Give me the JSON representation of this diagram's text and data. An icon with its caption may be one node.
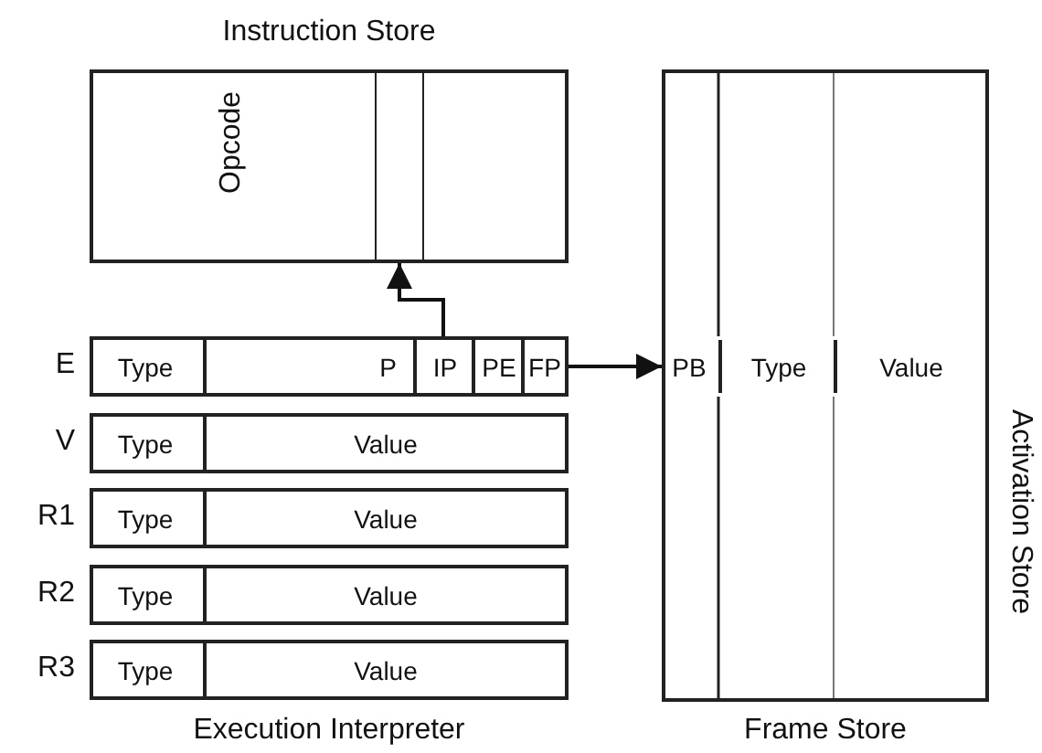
{
  "diagram": {
    "nodes": [
      {
        "text": [
          "Instruction Store",
          "Opcode"
        ]
      },
      {
        "text": [],
        "shape": "box",
        "in": 0
      },
      {
        "text": [],
        "shape": "box",
        "beside": [
          "E"
        ]
      },
      {
        "text": [
          "Type"
        ],
        "in": 2
      },
      {
        "text": [
          "P"
        ],
        "in": 2
      },
      {
        "text": [
          "IP"
        ],
        "in": 2
      },
      {
        "text": [
          "PE"
        ],
        "in": 2
      },
      {
        "text": [
          "FP"
        ],
        "in": 2
      },
      {
        "text": [
          "Frame Store"
        ]
      },
      {
        "text": [
          "PB"
        ],
        "in": 8
      },
      {
        "text": [
          "Type"
        ],
        "in": 8
      },
      {
        "text": [
          "Value"
        ],
        "in": 8
      },
      {
        "text": [],
        "shape": "box",
        "beside": [
          "V"
        ]
      },
      {
        "text": [
          "Type"
        ],
        "in": 12
      },
      {
        "text": [
          "Value"
        ],
        "in": 12
      },
      {
        "text": [],
        "shape": "box",
        "beside": [
          "R1"
        ]
      },
      {
        "text": [
          "Type"
        ],
        "in": 15
      },
      {
        "text": [
          "Value"
        ],
        "in": 15
      },
      {
        "text": [],
        "shape": "box",
        "beside": [
          "R2"
        ]
      },
      {
        "text": [
          "Type"
        ],
        "in": 18
      },
      {
        "text": [
          "Value"
        ],
        "in": 18
      },
      {
        "text": [],
        "shape": "box",
        "beside": [
          "R3"
        ]
      },
      {
        "text": [
          "Type"
        ],
        "in": 21
      },
      {
        "text": [
          "Value"
        ],
        "in": 21
      }
    ],
    "edges": [
      {
        "from": 5,
        "to": 1,
        "arrow": "to"
      },
      {
        "from": 7,
        "to": 9,
        "arrow": "to"
      }
    ],
    "labels": [
      "Activation Store",
      "Execution Interpreter"
    ]
  }
}
